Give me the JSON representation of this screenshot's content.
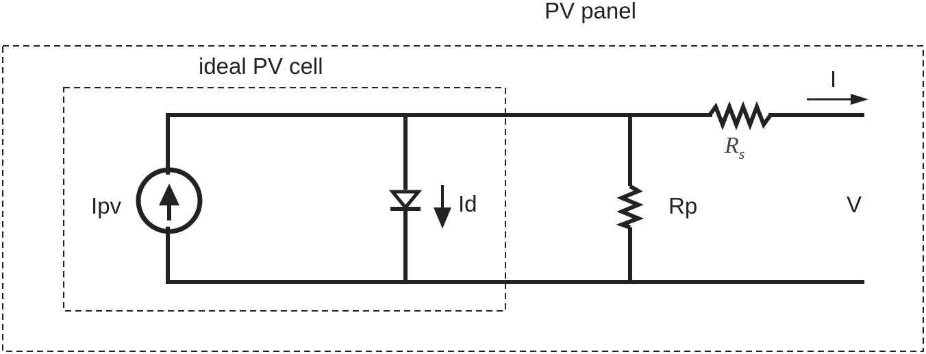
{
  "labels": {
    "pv_panel": "PV panel",
    "ideal_pv_cell": "ideal PV cell",
    "current_out": "I",
    "series_resistor": "R",
    "series_resistor_sub": "s",
    "current_source": "Ipv",
    "diode_current": "Id",
    "parallel_resistor": "Rp",
    "voltage": "V"
  },
  "colors": {
    "stroke": "#222222"
  }
}
